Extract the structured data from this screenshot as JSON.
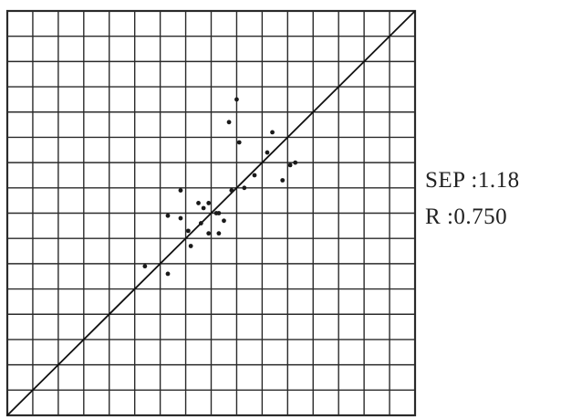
{
  "chart_data": {
    "type": "scatter",
    "title": "",
    "xlabel": "",
    "ylabel": "",
    "xlim": [
      0,
      16
    ],
    "ylim": [
      0,
      16
    ],
    "grid": true,
    "reference_line": {
      "x": [
        0,
        16
      ],
      "y": [
        0,
        16
      ]
    },
    "stats": [
      {
        "label": "SEP",
        "value": "1.18"
      },
      {
        "label": "R",
        "value": "0.750"
      }
    ],
    "points": {
      "x": [
        9.0,
        8.7,
        10.4,
        9.1,
        10.2,
        11.1,
        9.7,
        10.8,
        9.3,
        6.8,
        6.3,
        7.7,
        7.9,
        8.3,
        7.6,
        7.1,
        7.9,
        8.5,
        8.2,
        6.8,
        7.2,
        5.4,
        6.3,
        11.3,
        8.8,
        8.3,
        7.5
      ],
      "y": [
        12.5,
        11.6,
        11.2,
        10.8,
        10.4,
        9.9,
        9.5,
        9.3,
        9.0,
        8.9,
        7.9,
        8.2,
        8.4,
        8.0,
        7.6,
        7.3,
        7.2,
        7.7,
        8.0,
        7.8,
        6.7,
        5.9,
        5.6,
        10.0,
        8.9,
        7.2,
        8.4
      ]
    },
    "colors": {
      "grid": "#2a2a2a",
      "points": "#1a1a1a",
      "text": "#222222"
    }
  }
}
